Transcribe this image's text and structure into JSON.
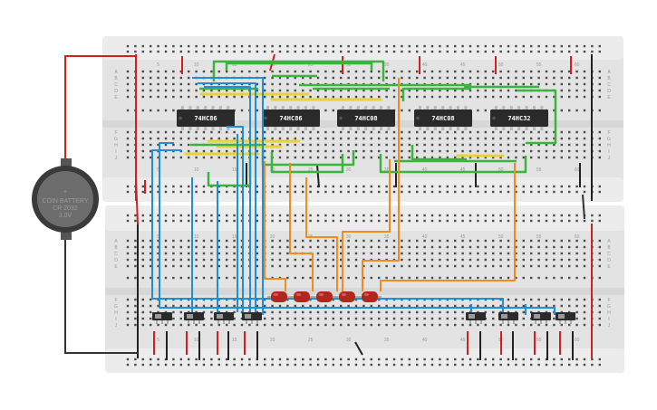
{
  "chips": [
    {
      "id": "u1",
      "label": "74HC86"
    },
    {
      "id": "u2",
      "label": "74HC86"
    },
    {
      "id": "u3",
      "label": "74HC08"
    },
    {
      "id": "u4",
      "label": "74HC08"
    },
    {
      "id": "u5",
      "label": "74HC32"
    }
  ],
  "battery": {
    "plus": "+",
    "line1": "COIN BATTERY",
    "line2": "CR 2032",
    "line3": "3.0V"
  },
  "top_board": {
    "col_numbers": [
      "5",
      "10",
      "15",
      "20",
      "25",
      "30",
      "35",
      "40",
      "45",
      "50",
      "55",
      "60"
    ],
    "rows_upper": [
      "A",
      "B",
      "C",
      "D",
      "E"
    ],
    "rows_lower": [
      "F",
      "G",
      "H",
      "I",
      "J"
    ]
  },
  "bottom_board": {
    "col_numbers": [
      "5",
      "10",
      "15",
      "20",
      "25",
      "30",
      "35",
      "40",
      "45",
      "50",
      "55",
      "60"
    ],
    "rows_upper": [
      "A",
      "B",
      "C",
      "D",
      "E"
    ],
    "rows_lower": [
      "F",
      "G",
      "H",
      "I",
      "J"
    ]
  },
  "switches": {
    "count": 8
  },
  "leds": {
    "count": 5,
    "color": "#b3261e"
  },
  "colors": {
    "board": "#e6e6e6",
    "rail_red": "#d21f1f",
    "rail_black": "#222222",
    "wire_blue": "#1f8fd6",
    "wire_green": "#3cb33c",
    "wire_orange": "#f08c1c",
    "wire_yellow": "#e8d23a",
    "chip_body": "#2a2a2a"
  }
}
